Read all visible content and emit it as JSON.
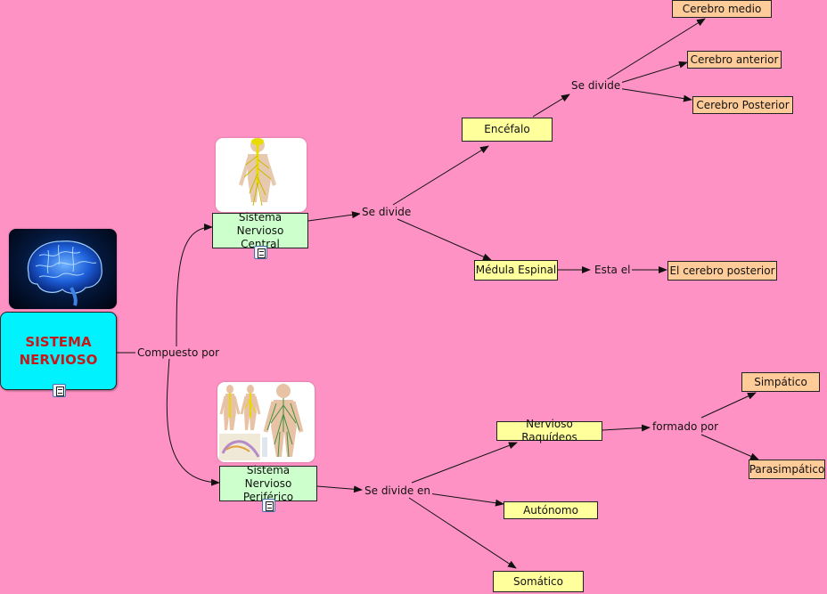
{
  "root": {
    "title": "SISTEMA NERVIOSO"
  },
  "links": {
    "compuesto_por": "Compuesto por",
    "central_divide": "Se divide",
    "encefalo_divide": "Se divide",
    "medula_esta": "Esta el",
    "periferico_divide": "Se divide en",
    "raquideos_formado": "formado por"
  },
  "nodes": {
    "central": "Sistema Nervioso Central",
    "encefalo": "Encéfalo",
    "cerebro_medio": "Cerebro medio",
    "cerebro_anterior": "Cerebro anterior",
    "cerebro_posterior": "Cerebro Posterior",
    "medula": "Médula Espinal",
    "cerebro_posterior_medula": "El cerebro posterior",
    "periferico": "Sistema Nervioso Periférico",
    "raquideos": "Nervioso Raquídeos",
    "simpatico": "Simpático",
    "parasimpatico": "Parasimpático",
    "autonomo": "Autónomo",
    "somatico": "Somático"
  },
  "icons": {
    "brain": "brain-image",
    "central_figure": "central-nervous-system-figure",
    "peripheral_figure": "peripheral-nervous-system-figure",
    "note": "note-icon"
  },
  "colors": {
    "background": "#fe92c4",
    "root_fill": "#00f2ff",
    "root_text": "#c41a1a",
    "yellow_node": "#ffff9c",
    "orange_node": "#ffcc99",
    "green_node": "#ccffcc"
  }
}
